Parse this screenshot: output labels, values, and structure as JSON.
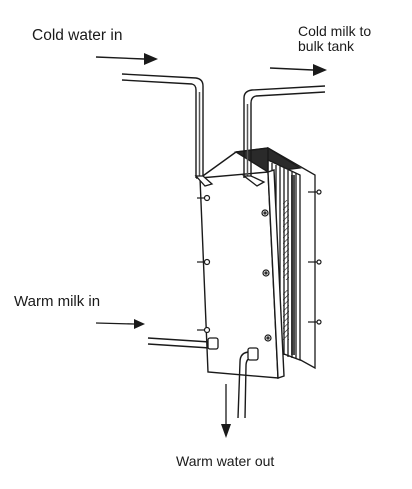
{
  "labels": {
    "cold_water_in": "Cold water in",
    "cold_milk_out": "Cold milk to\nbulk tank",
    "warm_milk_in": "Warm milk in",
    "warm_water_out": "Warm water out"
  },
  "colors": {
    "line": "#1a1a1a",
    "background": "#ffffff",
    "shadow": "#2a2a2a"
  }
}
